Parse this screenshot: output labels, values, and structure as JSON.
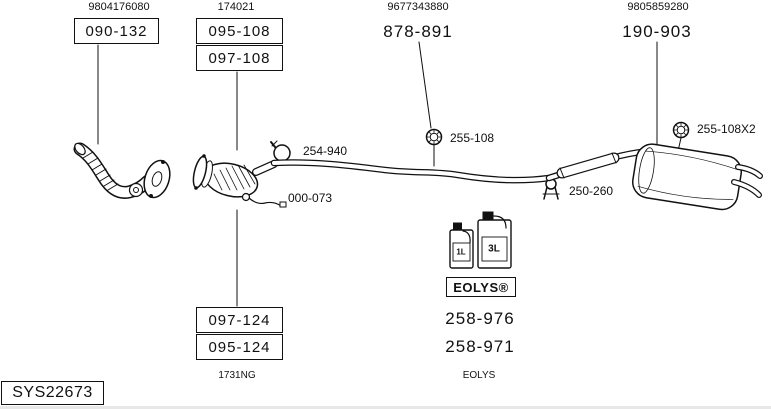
{
  "colors": {
    "ink": "#111111",
    "background": "#ffffff"
  },
  "diagram": {
    "system_code": "SYS22673",
    "groups": {
      "front_pipe": {
        "oem_ref": "9804176080",
        "part": "090-132"
      },
      "catalyst": {
        "oem_ref": "174021",
        "parts_upper": [
          "095-108",
          "097-108"
        ],
        "parts_lower": [
          "097-124",
          "095-124"
        ],
        "footnote": "1731NG"
      },
      "center_pipe": {
        "oem_ref": "9677343880",
        "part": "878-891"
      },
      "rear_muffler": {
        "oem_ref": "9805859280",
        "part": "190-903"
      }
    },
    "fitting_labels": {
      "front_clamp": "254-940",
      "sensor_kit": "000-073",
      "center_ring_clamp": "255-108",
      "rear_clamp": "250-260",
      "rear_ring_clamp": "255-108X2"
    },
    "additive": {
      "bottle_small_volume": "1L",
      "bottle_large_volume": "3L",
      "brand": "EOLYS®",
      "parts": [
        "258-976",
        "258-971"
      ],
      "footnote": "EOLYS"
    }
  }
}
